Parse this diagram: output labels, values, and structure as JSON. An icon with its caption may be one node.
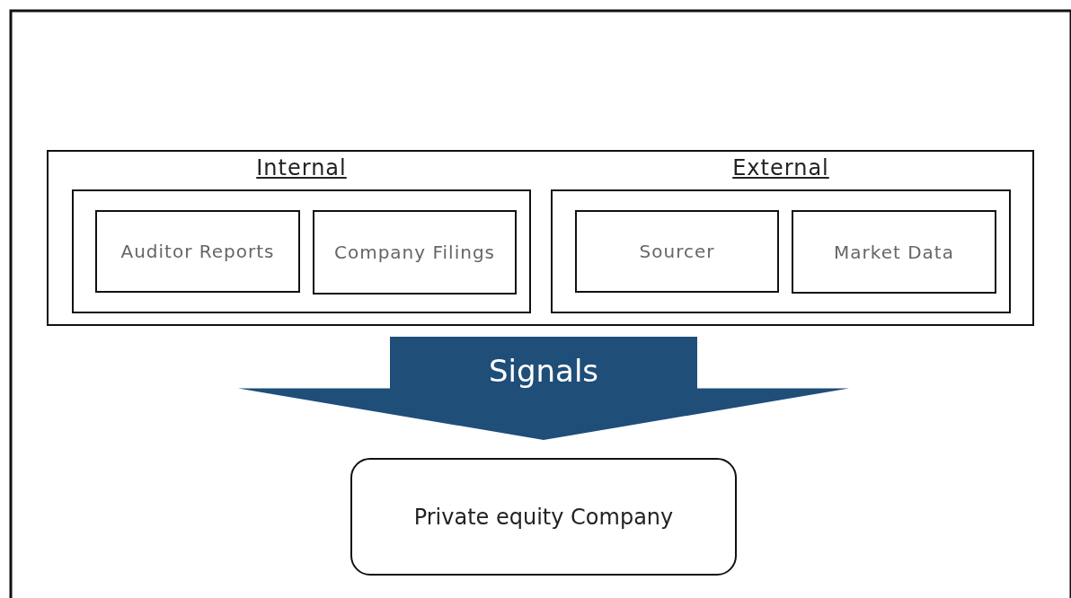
{
  "diagram": {
    "nodes": [
      {
        "text": [],
        "shape": "box"
      },
      {
        "text": [
          "Internal"
        ],
        "in": 0
      },
      {
        "text": [
          "Auditor Reports"
        ],
        "in": 1
      },
      {
        "text": [
          "Company Filings"
        ],
        "in": 1
      },
      {
        "text": [
          "External"
        ],
        "in": 0
      },
      {
        "text": [
          "Sourcer"
        ],
        "in": 4
      },
      {
        "text": [
          "Market Data"
        ],
        "in": 4
      },
      {
        "text": [
          "Private equity Company"
        ]
      }
    ],
    "edges": [
      {
        "from": 0,
        "to": 7,
        "arrow": "to",
        "label": "Signals",
        "style": "thick",
        "color": "#1f4e79"
      }
    ]
  }
}
